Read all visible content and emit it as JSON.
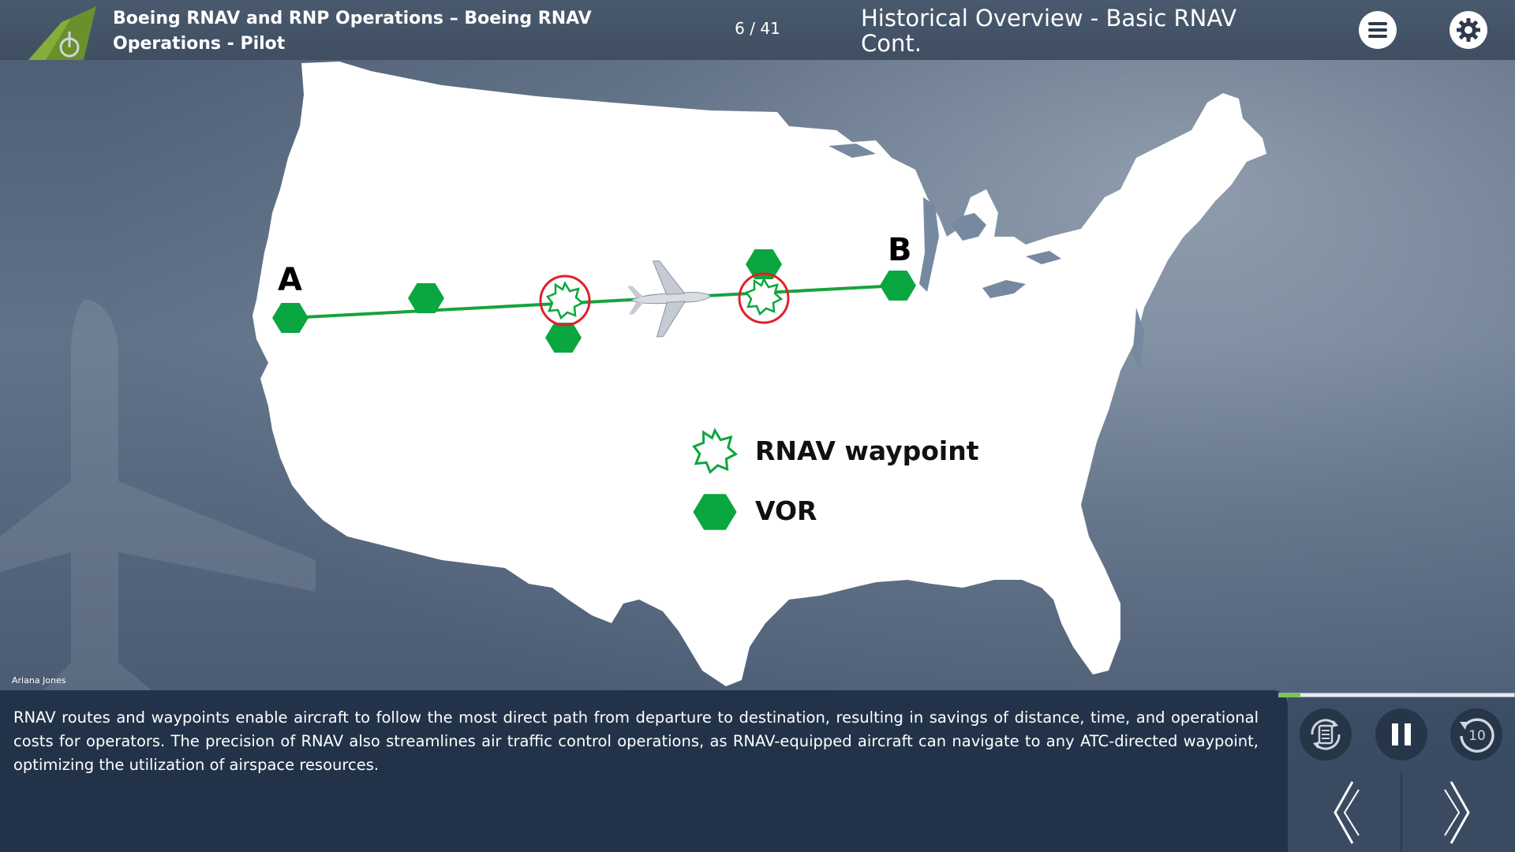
{
  "header": {
    "course_title": "Boeing RNAV and RNP Operations – Boeing RNAV Operations - Pilot",
    "page_counter": "6 / 41",
    "slide_title": "Historical Overview - Basic RNAV Cont.",
    "menu_icon": "hamburger-menu-icon",
    "settings_icon": "gear-icon"
  },
  "map": {
    "point_a_label": "A",
    "point_b_label": "B",
    "route_color": "#17a33c",
    "vor_color": "#0aa63f",
    "highlight_color": "#e0202a"
  },
  "legend": {
    "rnav_label": "RNAV waypoint",
    "vor_label": "VOR"
  },
  "narrator": "Ariana Jones",
  "transcript": {
    "text": "RNAV routes and waypoints enable aircraft to follow the most direct path from departure to destination, resulting in savings of distance, time, and operational costs for operators. The precision of RNAV also streamlines air traffic control operations, as RNAV-equipped aircraft can navigate to any ATC-directed waypoint, optimizing the utilization of airspace resources."
  },
  "controls": {
    "progress_percent": 9,
    "progress_color": "#6cd13b",
    "rewind_label": "10",
    "icons": [
      "transcript-refresh-icon",
      "pause-icon",
      "rewind-10-icon",
      "chevron-left-icon",
      "chevron-right-icon"
    ]
  }
}
